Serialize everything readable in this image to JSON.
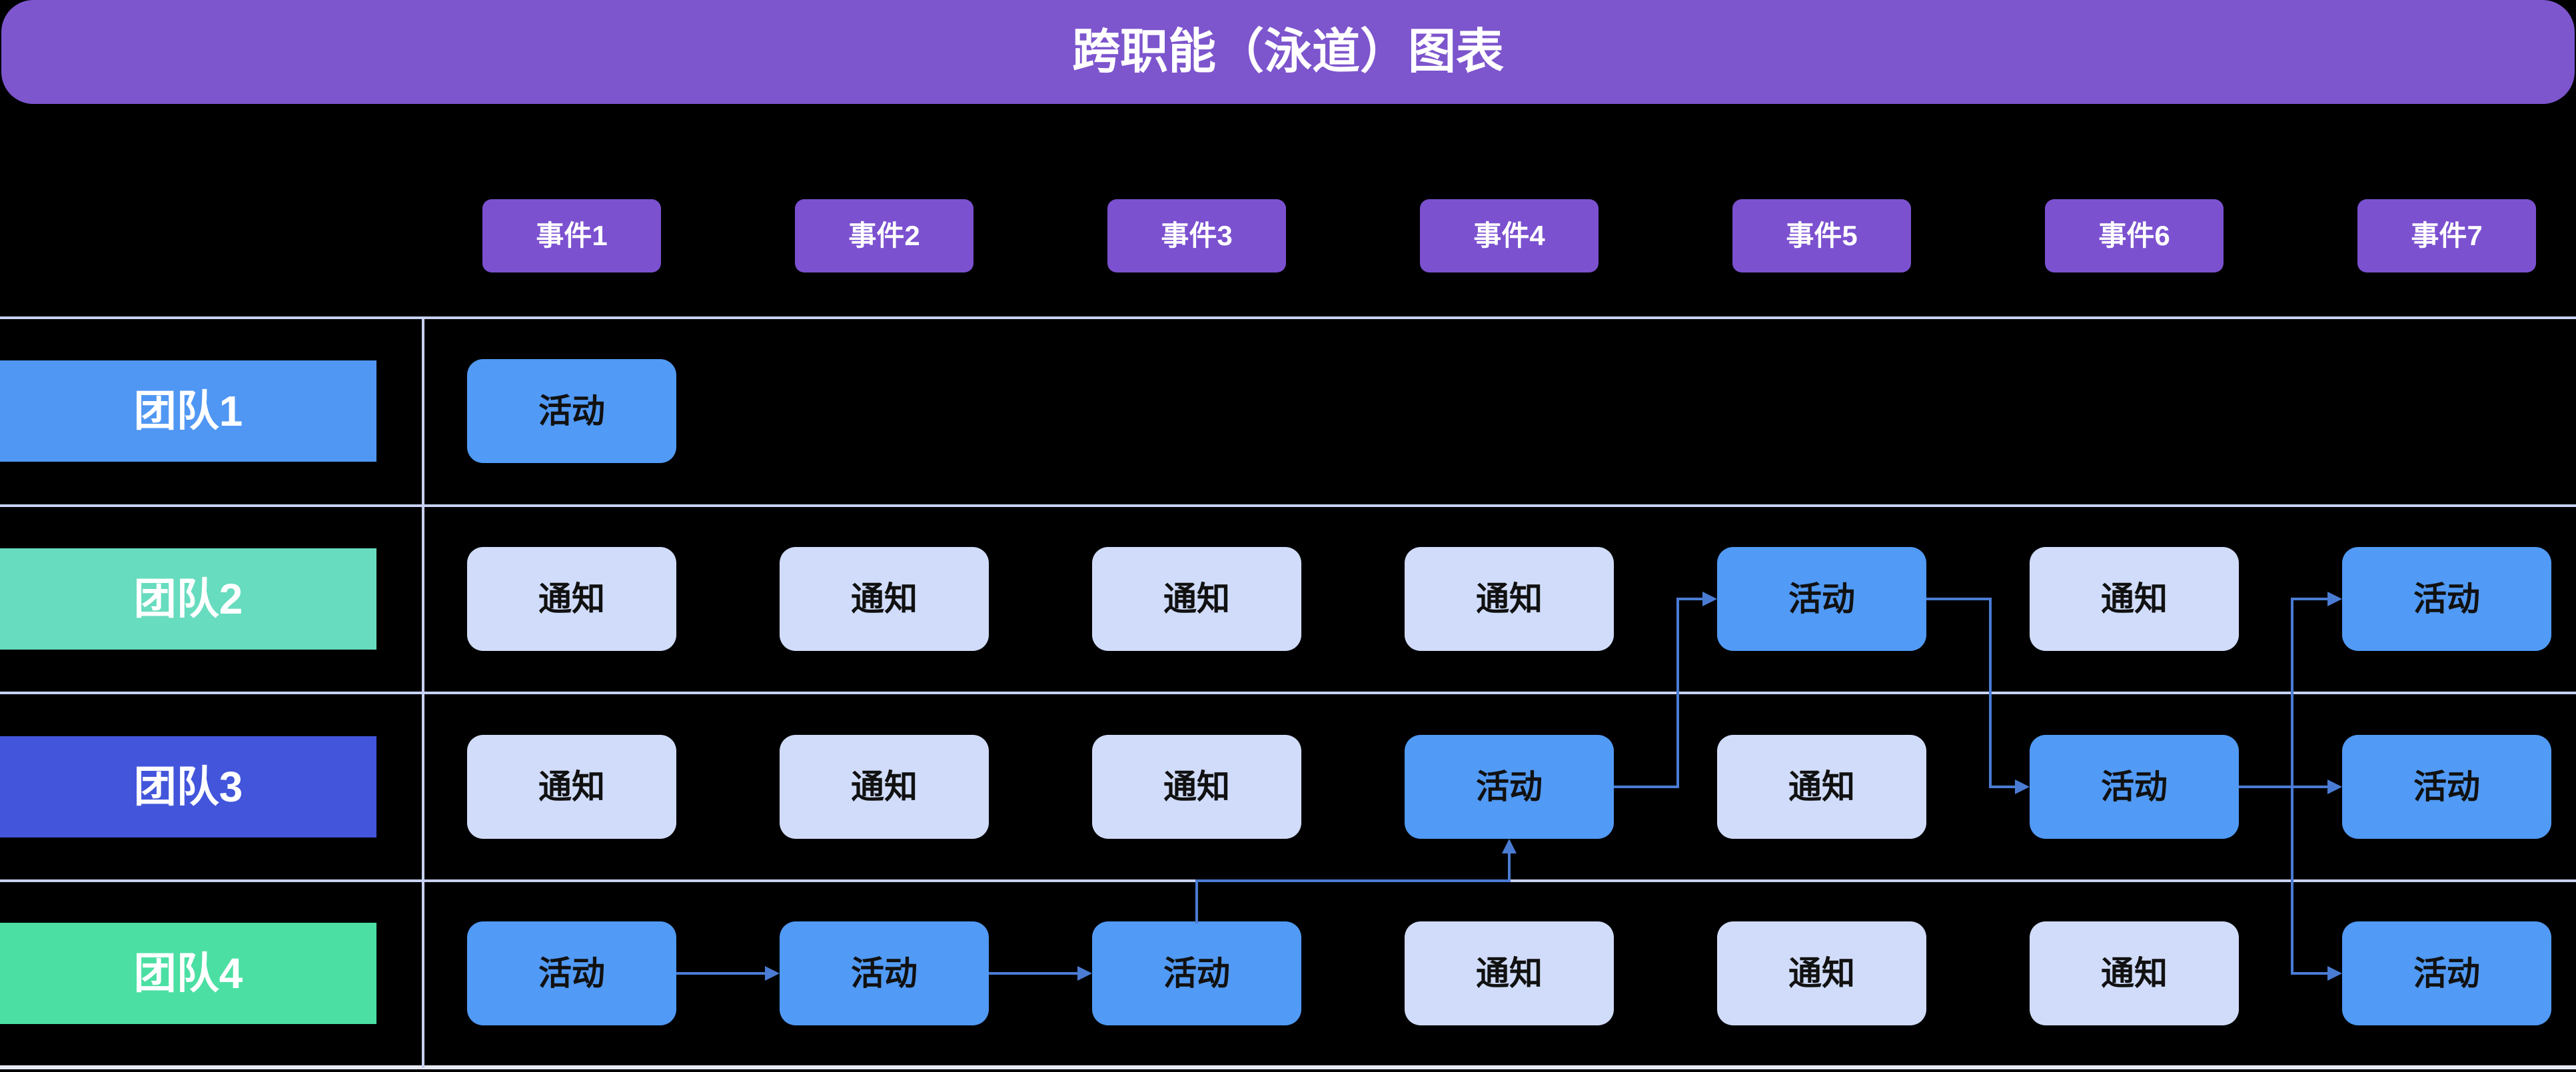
{
  "title": "跨职能（泳道）图表",
  "node_types": {
    "activity": "活动",
    "notice": "通知"
  },
  "events": [
    {
      "label": "事件1"
    },
    {
      "label": "事件2"
    },
    {
      "label": "事件3"
    },
    {
      "label": "事件4"
    },
    {
      "label": "事件5"
    },
    {
      "label": "事件6"
    },
    {
      "label": "事件7"
    }
  ],
  "lanes": [
    {
      "label": "团队1",
      "color": "#4F97F3",
      "cells": [
        {
          "col": 1,
          "type": "activity",
          "label": "活动"
        }
      ]
    },
    {
      "label": "团队2",
      "color": "#67DCBF",
      "cells": [
        {
          "col": 1,
          "type": "notice",
          "label": "通知"
        },
        {
          "col": 2,
          "type": "notice",
          "label": "通知"
        },
        {
          "col": 3,
          "type": "notice",
          "label": "通知"
        },
        {
          "col": 4,
          "type": "notice",
          "label": "通知"
        },
        {
          "col": 5,
          "type": "activity",
          "label": "活动"
        },
        {
          "col": 6,
          "type": "notice",
          "label": "通知"
        },
        {
          "col": 7,
          "type": "activity",
          "label": "活动"
        }
      ]
    },
    {
      "label": "团队3",
      "color": "#4255DB",
      "cells": [
        {
          "col": 1,
          "type": "notice",
          "label": "通知"
        },
        {
          "col": 2,
          "type": "notice",
          "label": "通知"
        },
        {
          "col": 3,
          "type": "notice",
          "label": "通知"
        },
        {
          "col": 4,
          "type": "activity",
          "label": "活动"
        },
        {
          "col": 5,
          "type": "notice",
          "label": "通知"
        },
        {
          "col": 6,
          "type": "activity",
          "label": "活动"
        },
        {
          "col": 7,
          "type": "activity",
          "label": "活动"
        }
      ]
    },
    {
      "label": "团队4",
      "color": "#4BDFA3",
      "cells": [
        {
          "col": 1,
          "type": "activity",
          "label": "活动"
        },
        {
          "col": 2,
          "type": "activity",
          "label": "活动"
        },
        {
          "col": 3,
          "type": "activity",
          "label": "活动"
        },
        {
          "col": 4,
          "type": "notice",
          "label": "通知"
        },
        {
          "col": 5,
          "type": "notice",
          "label": "通知"
        },
        {
          "col": 6,
          "type": "notice",
          "label": "通知"
        },
        {
          "col": 7,
          "type": "activity",
          "label": "活动"
        }
      ]
    }
  ],
  "connections": [
    {
      "from": {
        "lane": "团队4",
        "col": 1
      },
      "to": {
        "lane": "团队4",
        "col": 2
      }
    },
    {
      "from": {
        "lane": "团队4",
        "col": 2
      },
      "to": {
        "lane": "团队4",
        "col": 3
      }
    },
    {
      "from": {
        "lane": "团队4",
        "col": 3
      },
      "to": {
        "lane": "团队3",
        "col": 4
      }
    },
    {
      "from": {
        "lane": "团队3",
        "col": 4
      },
      "to": {
        "lane": "团队2",
        "col": 5
      }
    },
    {
      "from": {
        "lane": "团队2",
        "col": 5
      },
      "to": {
        "lane": "团队3",
        "col": 6
      }
    },
    {
      "from": {
        "lane": "团队3",
        "col": 6
      },
      "to": {
        "lane": "团队3",
        "col": 7
      }
    },
    {
      "from": {
        "lane": "团队3",
        "col": 6
      },
      "to": {
        "lane": "团队2",
        "col": 7
      }
    },
    {
      "from": {
        "lane": "团队3",
        "col": 6
      },
      "to": {
        "lane": "团队4",
        "col": 7
      }
    }
  ],
  "colors": {
    "background": "#000000",
    "title_bar": "#7D55CD",
    "event_header": "#7B51D0",
    "activity_node": "#519AF5",
    "notice_node": "#D0DCF9",
    "lane_divider": "#C8D2F3",
    "bottom_line": "#E6E9F4",
    "arrow": "#4A7CD4",
    "team_1": "#4F97F3",
    "team_2": "#67DCBF",
    "team_3": "#4255DB",
    "team_4": "#4BDFA3"
  }
}
